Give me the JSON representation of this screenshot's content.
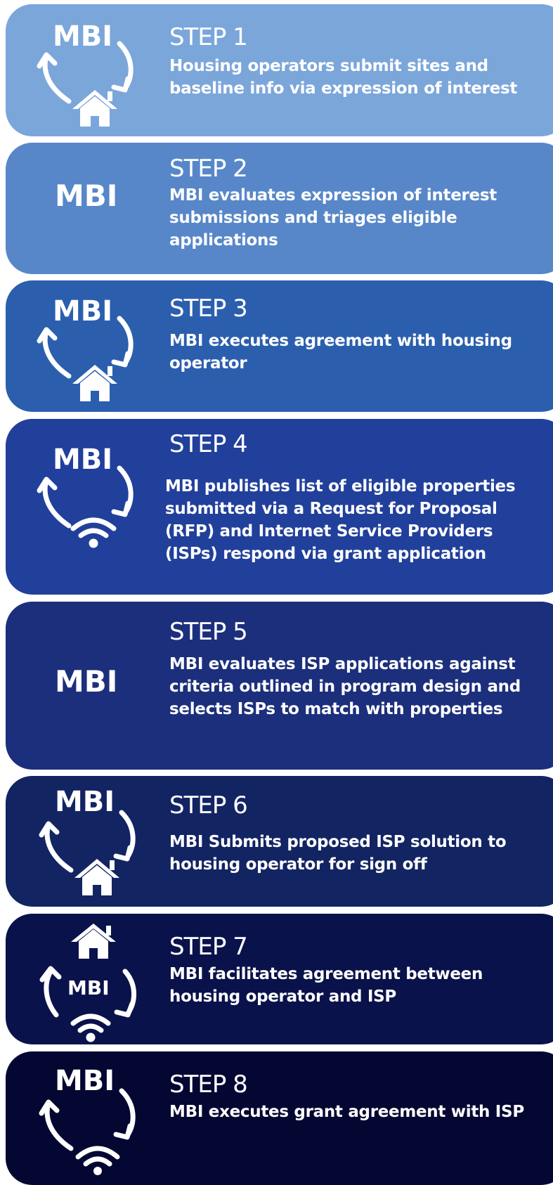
{
  "steps": [
    {
      "title": "STEP 1",
      "mbi": "MBI",
      "icon": "cycle-arrows-house-icon",
      "description": "Housing operators submit sites and baseline info via expression of interest"
    },
    {
      "title": "STEP 2",
      "mbi": "MBI",
      "icon": "none",
      "description": "MBI evaluates expression of interest submissions and triages eligible applications"
    },
    {
      "title": "STEP 3",
      "mbi": "MBI",
      "icon": "cycle-arrows-house-icon",
      "description": "MBI executes agreement with housing operator"
    },
    {
      "title": "STEP 4",
      "mbi": "MBI",
      "icon": "cycle-arrows-wifi-icon",
      "description": "MBI publishes list of eligible properties submitted via a Request for Proposal (RFP) and Internet Service Providers (ISPs) respond via grant application"
    },
    {
      "title": "STEP 5",
      "mbi": "MBI",
      "icon": "none",
      "description": "MBI evaluates ISP applications against criteria outlined in program design and selects ISPs to match with properties"
    },
    {
      "title": "STEP 6",
      "mbi": "MBI",
      "icon": "cycle-arrows-house-icon",
      "description": "MBI Submits proposed ISP solution to housing operator for sign off"
    },
    {
      "title": "STEP 7",
      "mbi": "MBI",
      "icon": "house-mbi-wifi-cycle-icon",
      "description": "MBI facilitates  agreement between housing operator and ISP"
    },
    {
      "title": "STEP 8",
      "mbi": "MBI",
      "icon": "cycle-arrows-wifi-icon",
      "description": "MBI executes grant agreement with ISP"
    }
  ],
  "colors": {
    "step1": "#7ba6da",
    "step2": "#5787c9",
    "step3": "#2b5fae",
    "step4": "#21409b",
    "step5": "#1c2f7c",
    "step6": "#132463",
    "step7": "#0a124b",
    "step8": "#040732",
    "text": "#ffffff"
  }
}
